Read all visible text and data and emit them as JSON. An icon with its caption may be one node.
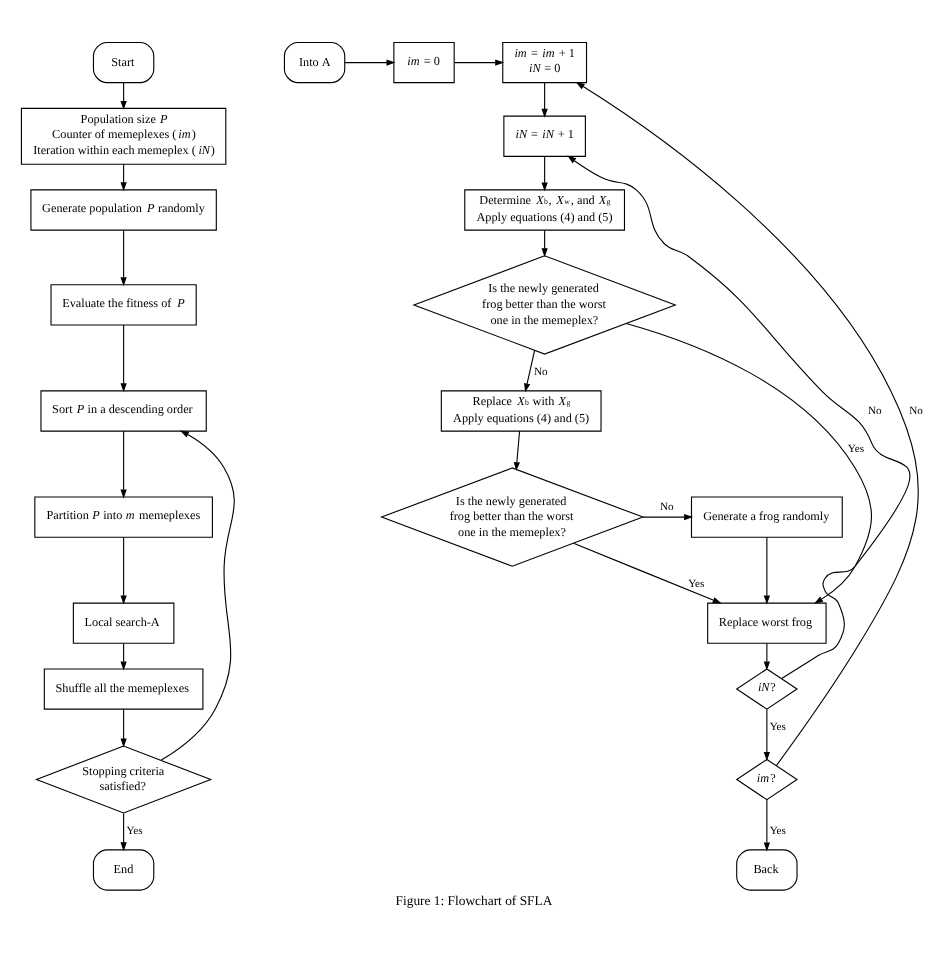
{
  "diagram": {
    "caption": "Figure 1: Flowchart of SFLA",
    "nodes": [
      {
        "text": [
          "Start"
        ]
      },
      {
        "text": [
          "Population size *P*",
          "Counter of memeplexes (*im*)",
          "Iteration within each memeplex (*iN*)"
        ]
      },
      {
        "text": [
          "Generate population *P* randomly"
        ]
      },
      {
        "text": [
          "Evaluate the fitness of *P*"
        ]
      },
      {
        "text": [
          "Sort *P* in a descending order"
        ]
      },
      {
        "text": [
          "Partition *P* into *m* memeplexes"
        ]
      },
      {
        "text": [
          "Local search-A"
        ]
      },
      {
        "text": [
          "Shuffle all the memeplexes"
        ]
      },
      {
        "text": [
          "Stopping criteria satisfied?"
        ]
      },
      {
        "text": [
          "End"
        ]
      },
      {
        "text": [
          "Into A"
        ]
      },
      {
        "text": [
          "*im* = 0"
        ]
      },
      {
        "text": [
          "*im* = *im* + 1",
          "*iN* = 0"
        ]
      },
      {
        "text": [
          "*iN* = *iN* + 1"
        ]
      },
      {
        "text": [
          "Determine *X*$_{b}$, *X*$_{w}$, and *X*$_{g}$",
          "Apply equations (4) and (5)"
        ]
      },
      {
        "text": [
          "Is the newly generated frog better than the worst one in the memeplex?"
        ]
      },
      {
        "text": [
          "Replace *X*$_{b}$ with *X*$_{g}$",
          "Apply equations (4) and (5)"
        ]
      },
      {
        "text": [
          "Is the newly generated frog better than the worst one in the memeplex?"
        ]
      },
      {
        "text": [
          "Generate a frog randomly"
        ]
      },
      {
        "text": [
          "Replace worst frog"
        ]
      },
      {
        "text": [
          "*iN*?"
        ]
      },
      {
        "text": [
          "*im*?"
        ]
      },
      {
        "text": [
          "Back"
        ]
      }
    ],
    "edges": [
      {
        "from": 0,
        "to": 1,
        "arrow": "to"
      },
      {
        "from": 1,
        "to": 2,
        "arrow": "to"
      },
      {
        "from": 2,
        "to": 3,
        "arrow": "to"
      },
      {
        "from": 3,
        "to": 4,
        "arrow": "to"
      },
      {
        "from": 4,
        "to": 5,
        "arrow": "to"
      },
      {
        "from": 5,
        "to": 6,
        "arrow": "to"
      },
      {
        "from": 6,
        "to": 7,
        "arrow": "to"
      },
      {
        "from": 7,
        "to": 8,
        "arrow": "to"
      },
      {
        "from": 8,
        "to": 9,
        "arrow": "to",
        "label": "Yes"
      },
      {
        "from": 8,
        "to": 4,
        "arrow": "to"
      },
      {
        "from": 10,
        "to": 11,
        "arrow": "to"
      },
      {
        "from": 11,
        "to": 12,
        "arrow": "to"
      },
      {
        "from": 12,
        "to": 13,
        "arrow": "to"
      },
      {
        "from": 13,
        "to": 14,
        "arrow": "to"
      },
      {
        "from": 14,
        "to": 15,
        "arrow": "to"
      },
      {
        "from": 15,
        "to": 16,
        "arrow": "to",
        "label": "No"
      },
      {
        "from": 15,
        "to": 19,
        "arrow": "to",
        "label": "Yes"
      },
      {
        "from": 16,
        "to": 17,
        "arrow": "to"
      },
      {
        "from": 17,
        "to": 18,
        "arrow": "to",
        "label": "No"
      },
      {
        "from": 17,
        "to": 19,
        "arrow": "to",
        "label": "Yes"
      },
      {
        "from": 18,
        "to": 19,
        "arrow": "to"
      },
      {
        "from": 19,
        "to": 20,
        "arrow": "to"
      },
      {
        "from": 20,
        "to": 21,
        "arrow": "to",
        "label": "Yes"
      },
      {
        "from": 20,
        "to": 13,
        "arrow": "to",
        "label": "No"
      },
      {
        "from": 21,
        "to": 22,
        "arrow": "to",
        "label": "Yes"
      },
      {
        "from": 21,
        "to": 12,
        "arrow": "to",
        "label": "No"
      }
    ]
  }
}
